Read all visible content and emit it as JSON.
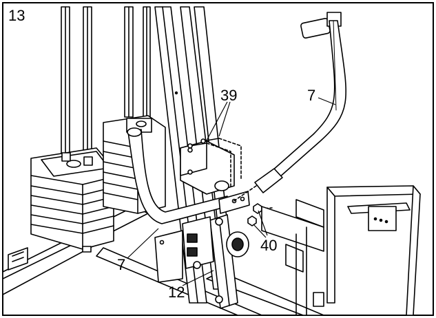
{
  "step_number": "13",
  "callouts": {
    "bolts": "39",
    "right_arm_part": "7",
    "left_arm_part": "7",
    "nuts": "40",
    "frame_part": "12"
  },
  "colors": {
    "line": "#000000",
    "fill": "#ffffff",
    "shade": "#222222"
  }
}
